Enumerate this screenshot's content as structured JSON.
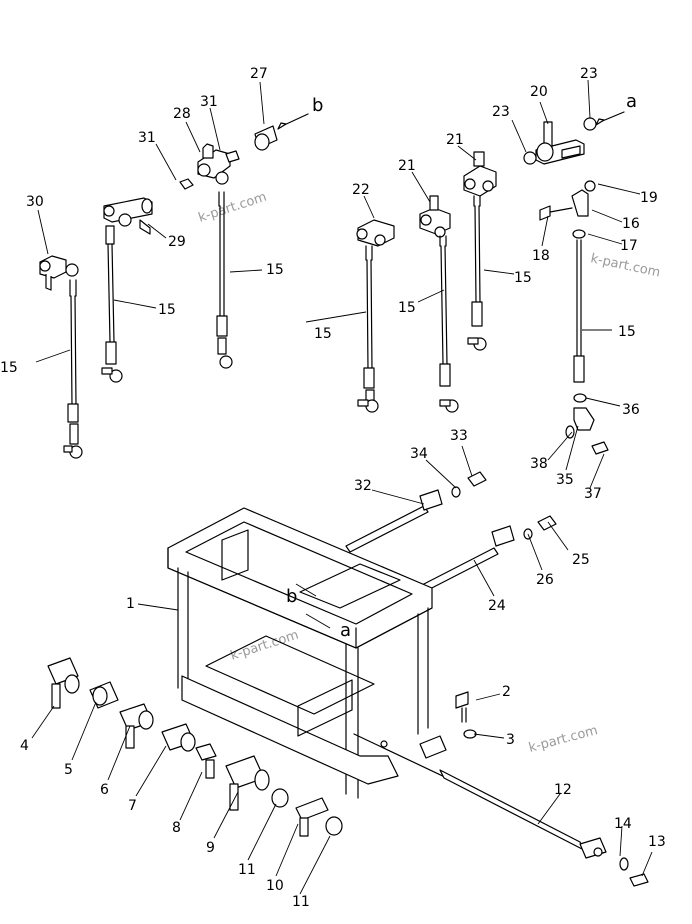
{
  "watermark": "k-part.com",
  "callouts": [
    {
      "id": "c27",
      "text": "27"
    },
    {
      "id": "c28",
      "text": "28"
    },
    {
      "id": "c31a",
      "text": "31"
    },
    {
      "id": "c31b",
      "text": "31"
    },
    {
      "id": "c30",
      "text": "30"
    },
    {
      "id": "c29",
      "text": "29"
    },
    {
      "id": "c15a",
      "text": "15"
    },
    {
      "id": "c15b",
      "text": "15"
    },
    {
      "id": "c15c",
      "text": "15"
    },
    {
      "id": "c15d",
      "text": "15"
    },
    {
      "id": "c15e",
      "text": "15"
    },
    {
      "id": "c15f",
      "text": "15"
    },
    {
      "id": "c15g",
      "text": "15"
    },
    {
      "id": "c22",
      "text": "22"
    },
    {
      "id": "c21a",
      "text": "21"
    },
    {
      "id": "c21b",
      "text": "21"
    },
    {
      "id": "c23a",
      "text": "23"
    },
    {
      "id": "c23b",
      "text": "23"
    },
    {
      "id": "c20",
      "text": "20"
    },
    {
      "id": "c19",
      "text": "19"
    },
    {
      "id": "c16",
      "text": "16"
    },
    {
      "id": "c17",
      "text": "17"
    },
    {
      "id": "c18",
      "text": "18"
    },
    {
      "id": "c36",
      "text": "36"
    },
    {
      "id": "c38",
      "text": "38"
    },
    {
      "id": "c35",
      "text": "35"
    },
    {
      "id": "c37",
      "text": "37"
    },
    {
      "id": "c33",
      "text": "33"
    },
    {
      "id": "c34",
      "text": "34"
    },
    {
      "id": "c32",
      "text": "32"
    },
    {
      "id": "c24",
      "text": "24"
    },
    {
      "id": "c25",
      "text": "25"
    },
    {
      "id": "c26",
      "text": "26"
    },
    {
      "id": "c1",
      "text": "1"
    },
    {
      "id": "c2",
      "text": "2"
    },
    {
      "id": "c3",
      "text": "3"
    },
    {
      "id": "c4",
      "text": "4"
    },
    {
      "id": "c5",
      "text": "5"
    },
    {
      "id": "c6",
      "text": "6"
    },
    {
      "id": "c7",
      "text": "7"
    },
    {
      "id": "c8",
      "text": "8"
    },
    {
      "id": "c9",
      "text": "9"
    },
    {
      "id": "c10",
      "text": "10"
    },
    {
      "id": "c11a",
      "text": "11"
    },
    {
      "id": "c11b",
      "text": "11"
    },
    {
      "id": "c12",
      "text": "12"
    },
    {
      "id": "c13",
      "text": "13"
    },
    {
      "id": "c14",
      "text": "14"
    }
  ],
  "ref_letters": {
    "a_top": "a",
    "b_top": "b",
    "a_frame": "a",
    "b_frame": "b"
  }
}
